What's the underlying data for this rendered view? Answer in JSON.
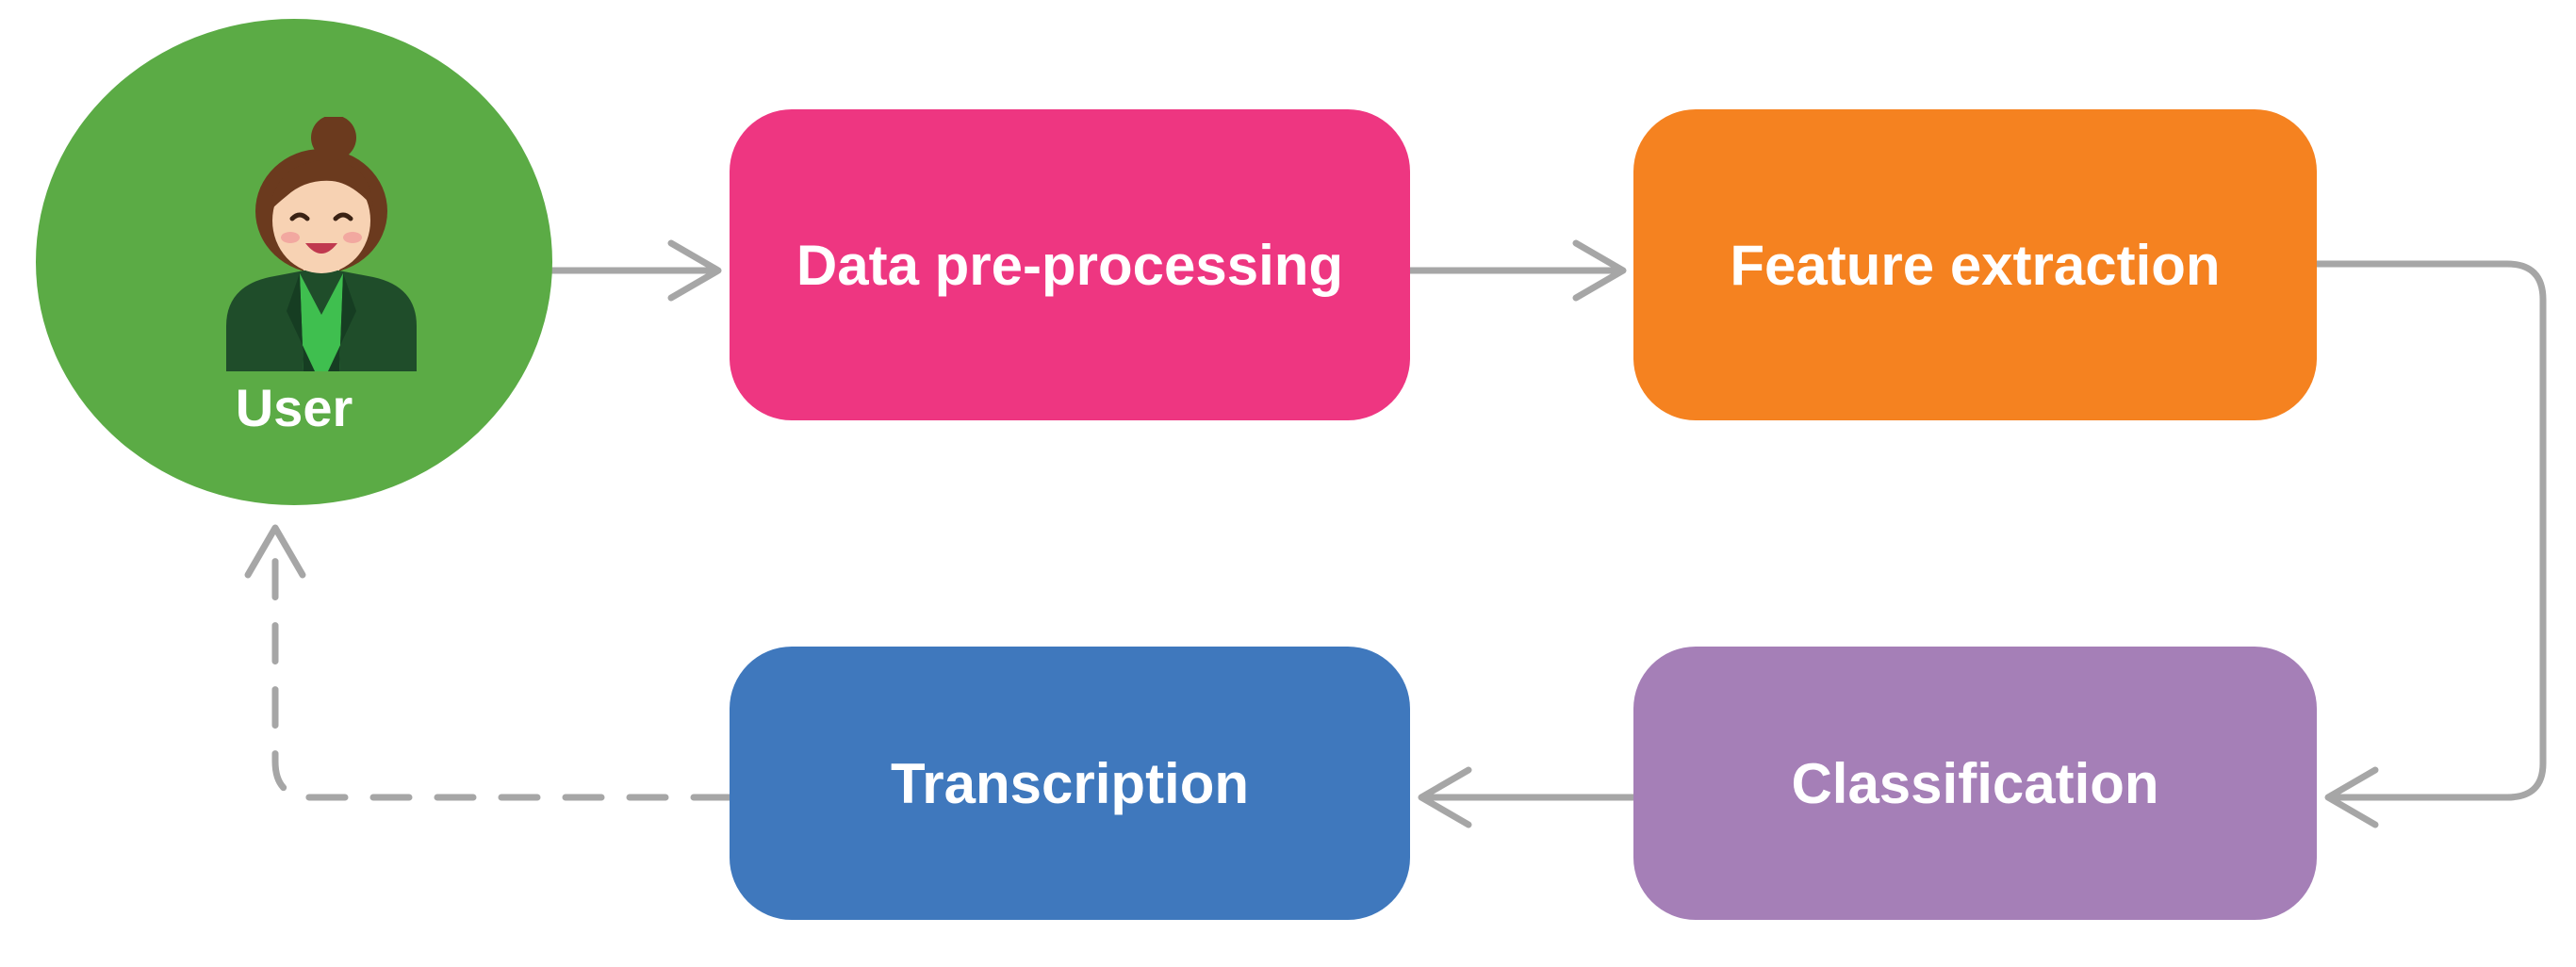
{
  "colors": {
    "user": "#5bab45",
    "data_preprocessing": "#ee3681",
    "feature_extraction": "#f58220",
    "classification": "#a57fb7",
    "transcription": "#3f78bd",
    "connector": "#a6a6a6"
  },
  "user": {
    "label": "User",
    "icon": "user-avatar-icon"
  },
  "nodes": {
    "data_preprocessing": "Data pre-processing",
    "feature_extraction": "Feature extraction",
    "classification": "Classification",
    "transcription": "Transcription"
  },
  "edges": [
    {
      "from": "user",
      "to": "data_preprocessing",
      "style": "solid"
    },
    {
      "from": "data_preprocessing",
      "to": "feature_extraction",
      "style": "solid"
    },
    {
      "from": "feature_extraction",
      "to": "classification",
      "style": "solid"
    },
    {
      "from": "classification",
      "to": "transcription",
      "style": "solid"
    },
    {
      "from": "transcription",
      "to": "user",
      "style": "dashed"
    }
  ]
}
